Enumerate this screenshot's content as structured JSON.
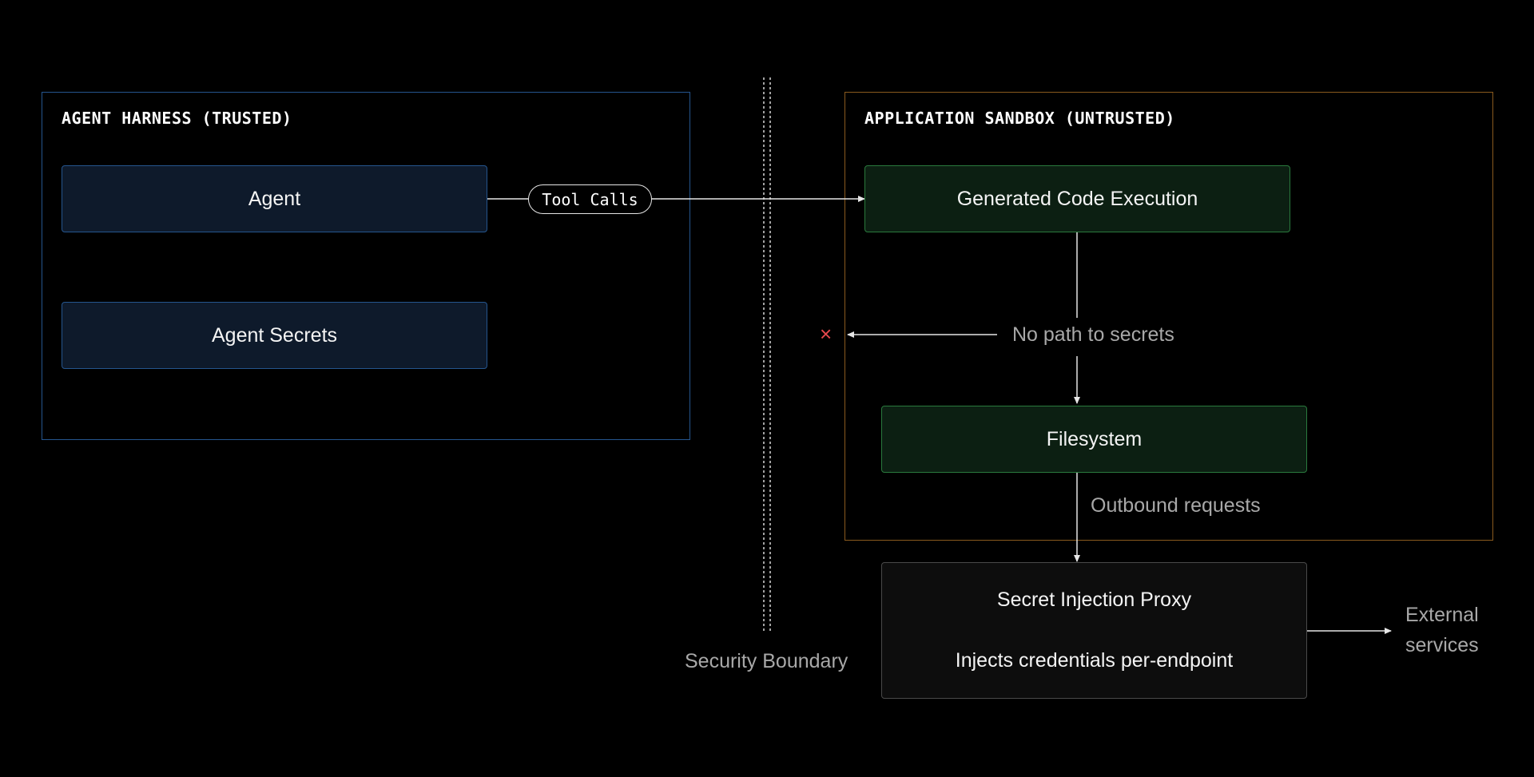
{
  "regions": {
    "trusted": {
      "title": "AGENT HARNESS (TRUSTED)",
      "border_color": "#25558e"
    },
    "untrusted": {
      "title": "APPLICATION SANDBOX (UNTRUSTED)",
      "border_color": "#8a5a1e"
    }
  },
  "nodes": {
    "agent": "Agent",
    "agent_secrets": "Agent Secrets",
    "generated_code": "Generated Code Execution",
    "filesystem": "Filesystem",
    "proxy": {
      "title": "Secret Injection Proxy",
      "subtitle": "Injects credentials per-endpoint"
    }
  },
  "edge_labels": {
    "tool_calls": "Tool Calls",
    "no_path": "No path to secrets",
    "outbound": "Outbound requests",
    "external_line1": "External",
    "external_line2": "services"
  },
  "boundary": {
    "label": "Security Boundary"
  },
  "blocked_marker": {
    "symbol": "×",
    "color": "#e5484d"
  },
  "colors": {
    "background": "#000000",
    "trusted_fill": "#0e1a2b",
    "trusted_stroke": "#25558e",
    "sandbox_fill": "#0c1f12",
    "sandbox_stroke": "#2a7a3d",
    "proxy_fill": "#0d0d0d",
    "proxy_stroke": "#4a4a4a",
    "edge": "#e6e6e6"
  }
}
